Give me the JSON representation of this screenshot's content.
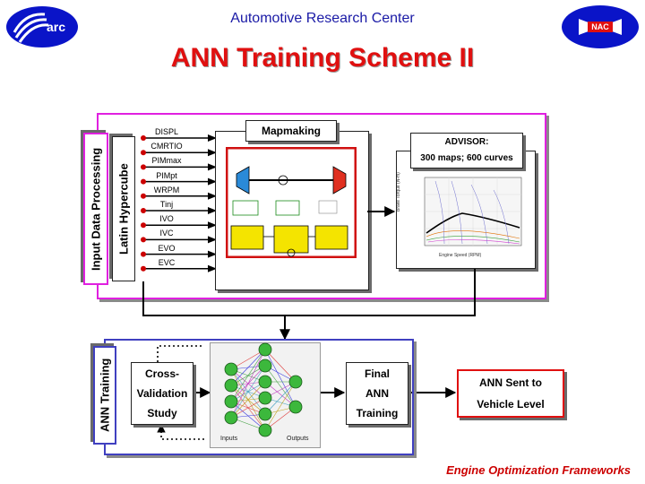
{
  "header": {
    "org_title": "Automotive Research Center",
    "left_logo_text": "arc",
    "right_logo_text": "NAC"
  },
  "slide": {
    "title": "ANN Training Scheme II",
    "footer": "Engine Optimization Frameworks"
  },
  "input_processing": {
    "label": "Input Data Processing",
    "sampler_label": "Latin Hypercube",
    "parameters": [
      "DISPL",
      "CMRTIO",
      "PIMmax",
      "PIMpt",
      "WRPM",
      "Tinj",
      "IVO",
      "IVC",
      "EVO",
      "EVC"
    ]
  },
  "mapmaking": {
    "label": "Mapmaking"
  },
  "advisor": {
    "label": "ADVISOR:",
    "detail": "300 maps; 600 curves",
    "plot_xlabel": "Engine Speed (RPM)",
    "plot_ylabel": "Brake Torque (N-m)"
  },
  "ann_training": {
    "label": "ANN Training",
    "cross_validation_lines": [
      "Cross-",
      "Validation",
      "Study"
    ],
    "final_training_lines": [
      "Final",
      "ANN",
      "Training"
    ],
    "network_inputs_label": "Inputs",
    "network_outputs_label": "Outputs"
  },
  "result": {
    "lines": [
      "ANN Sent to",
      "Vehicle Level"
    ]
  },
  "colors": {
    "title_red": "#e01010",
    "header_blue": "#1a1aa6",
    "input_border": "#e020e0",
    "training_border": "#4040c0",
    "result_border": "#e01010"
  }
}
